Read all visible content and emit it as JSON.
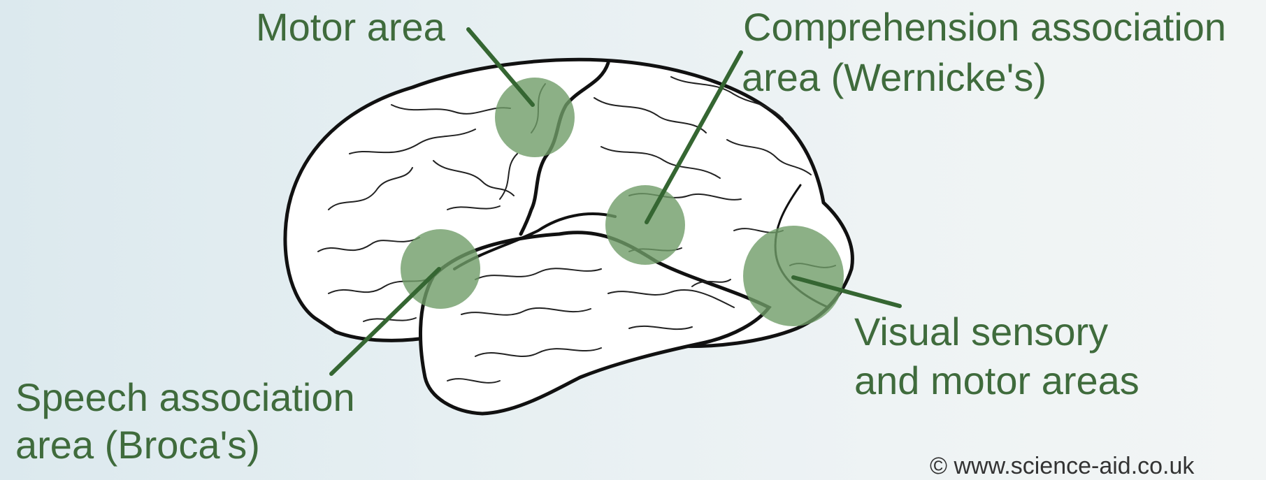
{
  "labels": {
    "motor_area": "Motor area",
    "comprehension_line1": "Comprehension association",
    "comprehension_line2": "area (Wernicke's)",
    "visual_line1": "Visual sensory",
    "visual_line2": "and motor areas",
    "speech_line1": "Speech association",
    "speech_line2": "area (Broca's)"
  },
  "credit": "© www.science-aid.co.uk",
  "colors": {
    "label_text": "#3f6b3c",
    "highlight_spot": "#6f9c68",
    "leader_line": "#356632",
    "brain_outline": "#111111",
    "brain_fill": "#ffffff"
  }
}
